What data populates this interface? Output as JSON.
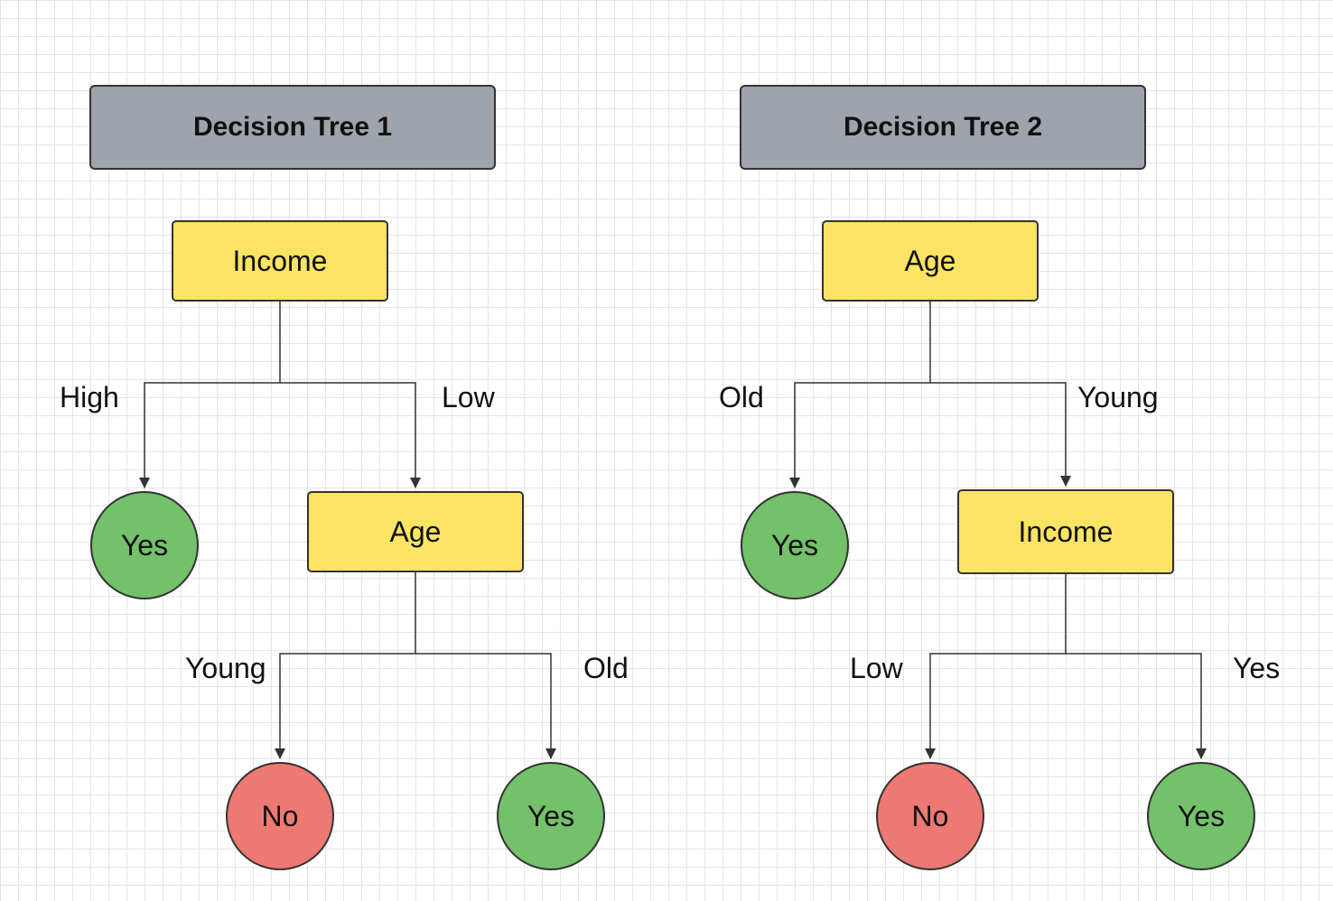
{
  "tree1": {
    "title": "Decision Tree 1",
    "root": "Income",
    "branch_left": "High",
    "branch_right": "Low",
    "leaf_left": "Yes",
    "child": "Age",
    "child_branch_left": "Young",
    "child_branch_right": "Old",
    "child_leaf_left": "No",
    "child_leaf_right": "Yes"
  },
  "tree2": {
    "title": "Decision Tree 2",
    "root": "Age",
    "branch_left": "Old",
    "branch_right": "Young",
    "leaf_left": "Yes",
    "child": "Income",
    "child_branch_left": "Low",
    "child_branch_right": "Yes",
    "child_leaf_left": "No",
    "child_leaf_right": "Yes"
  },
  "colors": {
    "title_fill": "#9fa3ab",
    "node_fill": "#fbe364",
    "yes_fill": "#73c16a",
    "no_fill": "#ee7872",
    "line": "#333333"
  }
}
